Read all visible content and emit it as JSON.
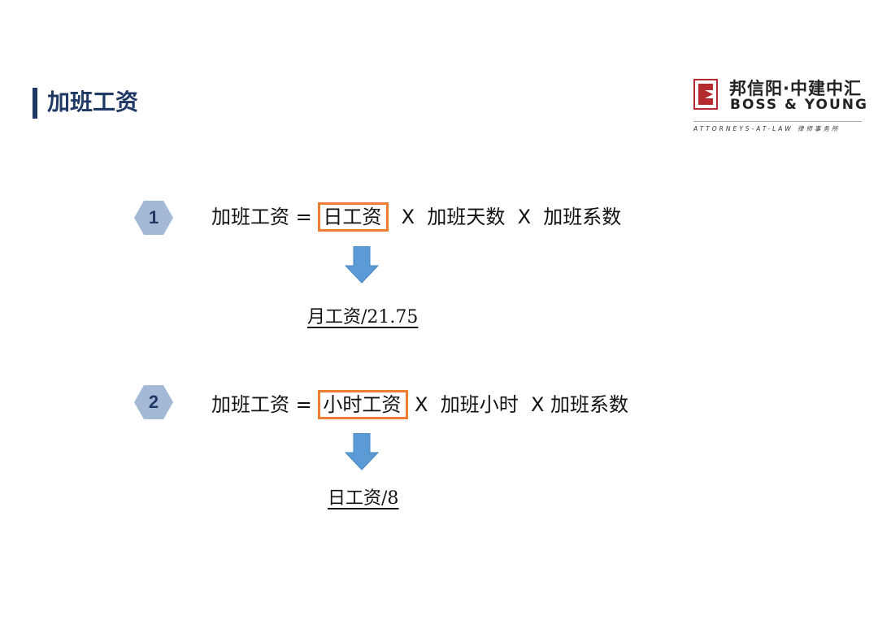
{
  "title": "加班工资",
  "logo": {
    "cn": "邦信阳·中建中汇",
    "en": "BOSS & YOUNG",
    "sub": "ATTORNEYS-AT-LAW 律师事务所"
  },
  "formulas": [
    {
      "number": "1",
      "lhs": "加班工资 =",
      "highlight": "日工资",
      "rest": "  X  加班天数  X  加班系数",
      "note": "月工资/21.75"
    },
    {
      "number": "2",
      "lhs": "加班工资 =",
      "highlight": "小时工资",
      "rest": " X  加班小时  X 加班系数",
      "note": "日工资/8"
    }
  ],
  "colors": {
    "accent": "#1f3864",
    "highlight": "#ed7d31",
    "arrow": "#5b9bd5",
    "hex": "#a3b9d6",
    "logo": "#b52a2f"
  }
}
